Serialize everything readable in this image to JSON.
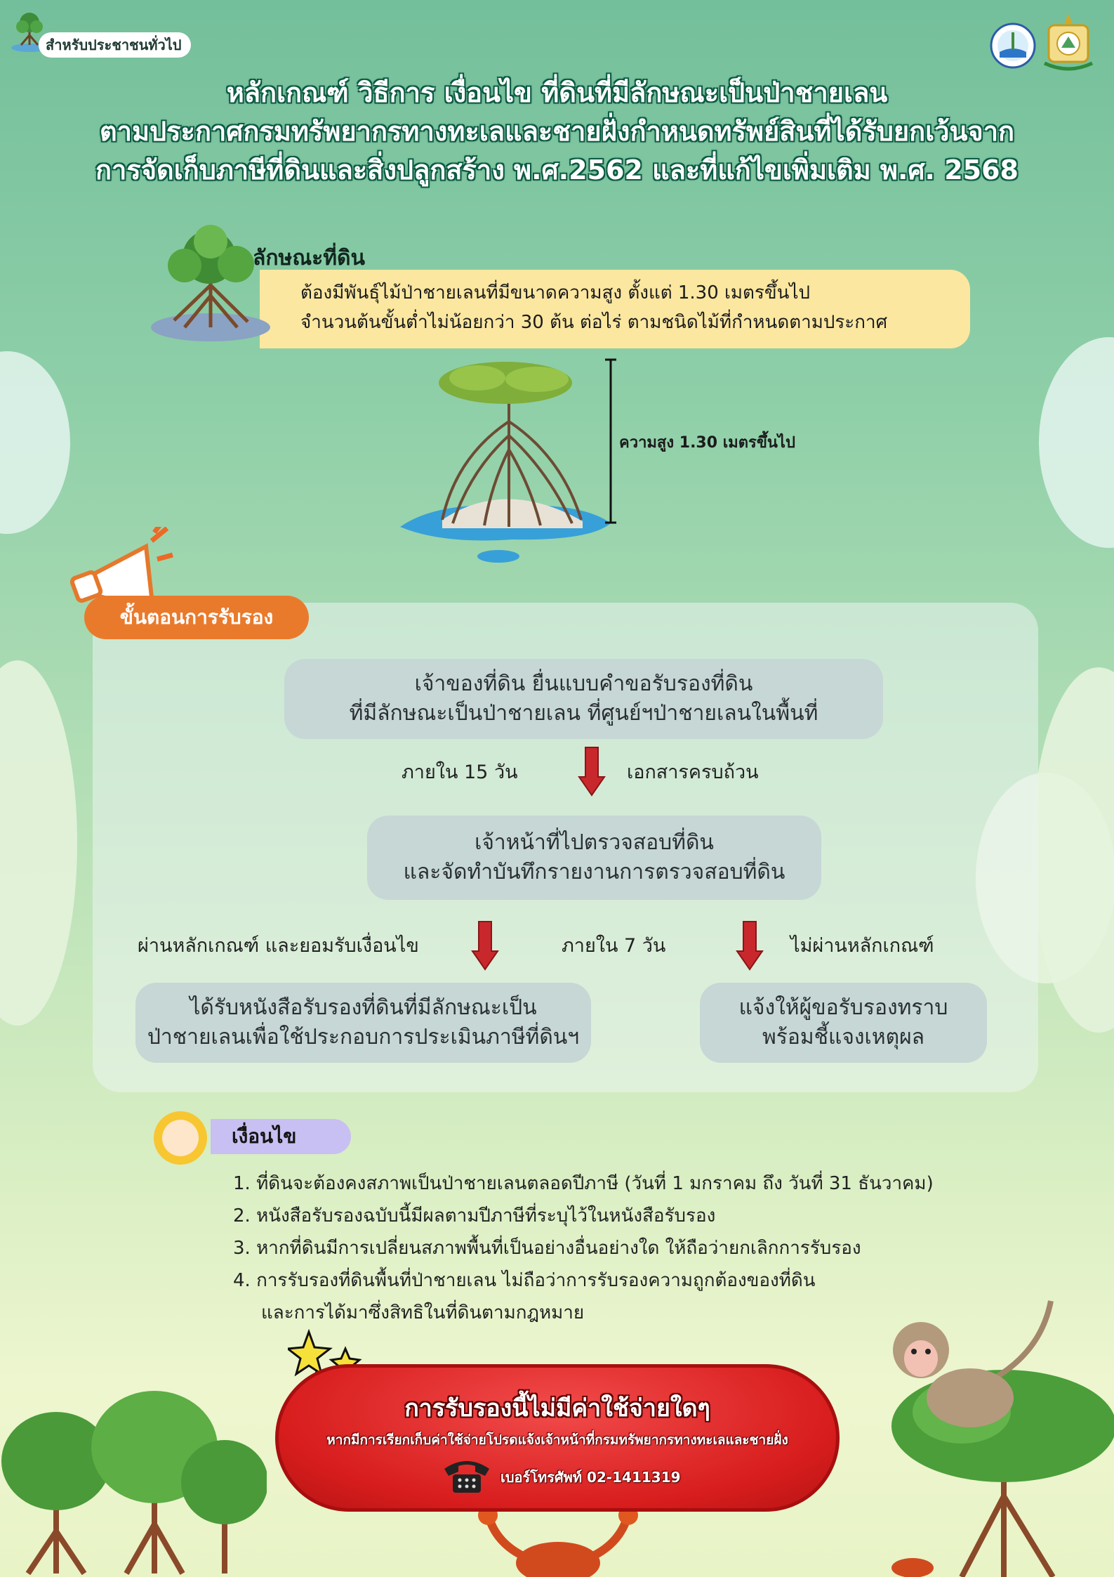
{
  "header": {
    "audience": "สำหรับประชาชนทั่วไป",
    "title_lines": [
      "หลักเกณฑ์ วิธีการ เงื่อนไข ที่ดินที่มีลักษณะเป็นป่าชายเลน",
      "ตามประกาศกรมทรัพยากรทางทะเลและชายฝั่งกำหนดทรัพย์สินที่ได้รับยกเว้นจาก",
      "การจัดเก็บภาษีที่ดินและสิ่งปลูกสร้าง พ.ศ.2562 และที่แก้ไขเพิ่มเติม พ.ศ. 2568"
    ]
  },
  "land": {
    "heading": "ลักษณะที่ดิน",
    "lines": [
      "ต้องมีพันธุ์ไม้ป่าชายเลนที่มีขนาดความสูง ตั้งแต่ 1.30 เมตรขึ้นไป",
      "จำนวนต้นขั้นต่ำไม่น้อยกว่า 30 ต้น ต่อไร่ ตามชนิดไม้ที่กำหนดตามประกาศ"
    ],
    "height_label": "ความสูง  1.30 เมตรขึ้นไป"
  },
  "process": {
    "heading": "ขั้นตอนการรับรอง",
    "step1": [
      "เจ้าของที่ดิน ยื่นแบบคำขอรับรองที่ดิน",
      "ที่มีลักษณะเป็นป่าชายเลน ที่ศูนย์ฯป่าชายเลนในพื้นที่"
    ],
    "arrow1_left": "ภายใน 15  วัน",
    "arrow1_right": "เอกสารครบถ้วน",
    "step2": [
      "เจ้าหน้าที่ไปตรวจสอบที่ดิน",
      "และจัดทำบันทึกรายงานการตรวจสอบที่ดิน"
    ],
    "pass_label": "ผ่านหลักเกณฑ์ และยอมรับเงื่อนไข",
    "within_label": "ภายใน 7 วัน",
    "fail_label": "ไม่ผ่านหลักเกณฑ์",
    "result_pass": [
      "ได้รับหนังสือรับรองที่ดินที่มีลักษณะเป็น",
      "ป่าชายเลนเพื่อใช้ประกอบการประเมินภาษีที่ดินฯ"
    ],
    "result_fail": [
      "แจ้งให้ผู้ขอรับรองทราบ",
      "พร้อมชี้แจงเหตุผล"
    ]
  },
  "conditions": {
    "heading": "เงื่อนไข",
    "items": [
      "1. ที่ดินจะต้องคงสภาพเป็นป่าชายเลนตลอดปีภาษี (วันที่ 1 มกราคม ถึง วันที่ 31 ธันวาคม)",
      "2. หนังสือรับรองฉบับนี้มีผลตามปีภาษีที่ระบุไว้ในหนังสือรับรอง",
      "3. หากที่ดินมีการเปลี่ยนสภาพพื้นที่เป็นอย่างอื่นอย่างใด ให้ถือว่ายกเลิกการรับรอง",
      "4. การรับรองที่ดินพื้นที่ป่าชายเลน ไม่ถือว่าการรับรองความถูกต้องของที่ดิน",
      "    และการได้มาซึ่งสิทธิในที่ดินตามกฎหมาย"
    ]
  },
  "notice": {
    "title": "การรับรองนี้ไม่มีค่าใช้จ่ายใดๆ",
    "subtitle": "หากมีการเรียกเก็บค่าใช้จ่ายโปรดแจ้งเจ้าหน้าที่กรมทรัพยากรทางทะเลและชายฝั่ง",
    "phone": "เบอร์โทรศัพท์ 02-1411319"
  },
  "colors": {
    "background_top": "#74bf9b",
    "land_box": "#fbe7a0",
    "process_badge": "#ea7a2b",
    "step_box": "#c6d7d6",
    "arrow": "#c8282c",
    "conditions_badge": "#c8bff2",
    "notice_pill": "#d81d1d"
  },
  "icons": [
    "mangrove-tree-icon",
    "megaphone-icon",
    "sun-icon",
    "star-icon",
    "telephone-icon",
    "monkey-icon",
    "crab-icon",
    "department-logo-icon"
  ]
}
